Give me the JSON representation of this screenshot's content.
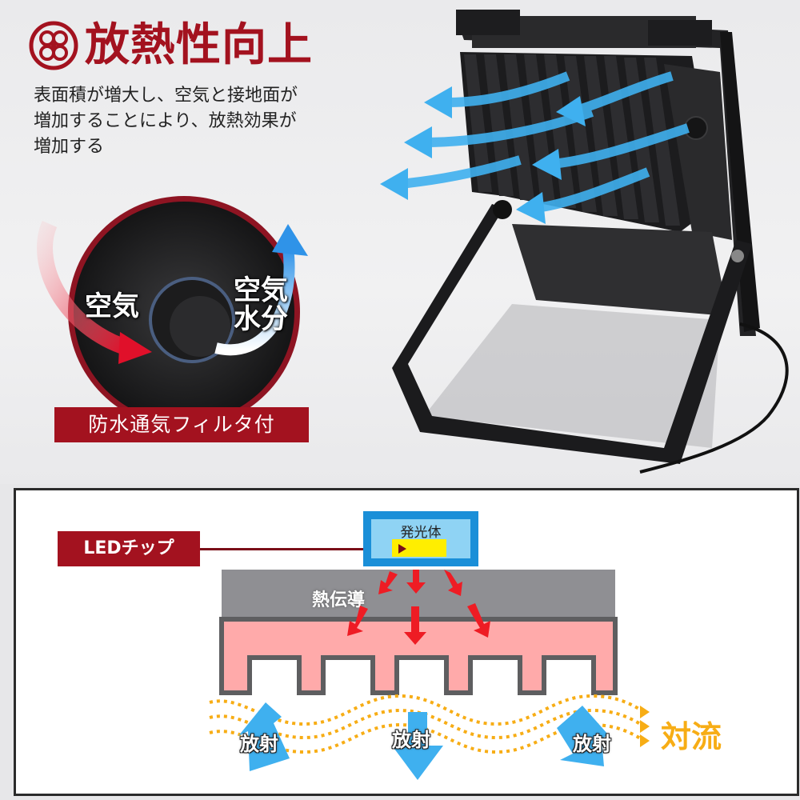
{
  "header": {
    "icon": "fan-icon",
    "title": "放熱性向上",
    "description_lines": [
      "表面積が増大し、空気と接地面が",
      "増加することにより、放熱効果が",
      "増加する"
    ]
  },
  "inset": {
    "air_in_label": "空気",
    "air_out_label_line1": "空気",
    "air_out_label_line2": "水分",
    "caption": "防水通気フィルタ付"
  },
  "diagram": {
    "led_chip_label": "LEDチップ",
    "emitter_label": "発光体",
    "conduction_label": "熱伝導",
    "radiation_labels": [
      "放射",
      "放射",
      "放射"
    ],
    "convection_label": "対流"
  },
  "colors": {
    "brand_red": "#a3121f",
    "arrow_blue": "#3fb0ef",
    "heat_red": "#ee1c24",
    "heatsink_pink": "#ffaaaa",
    "conduction_gray": "#8f8f93",
    "convection_orange": "#f7ad15",
    "emitter_blue": "#1a8fd8",
    "chip_yellow": "#ffee00"
  }
}
